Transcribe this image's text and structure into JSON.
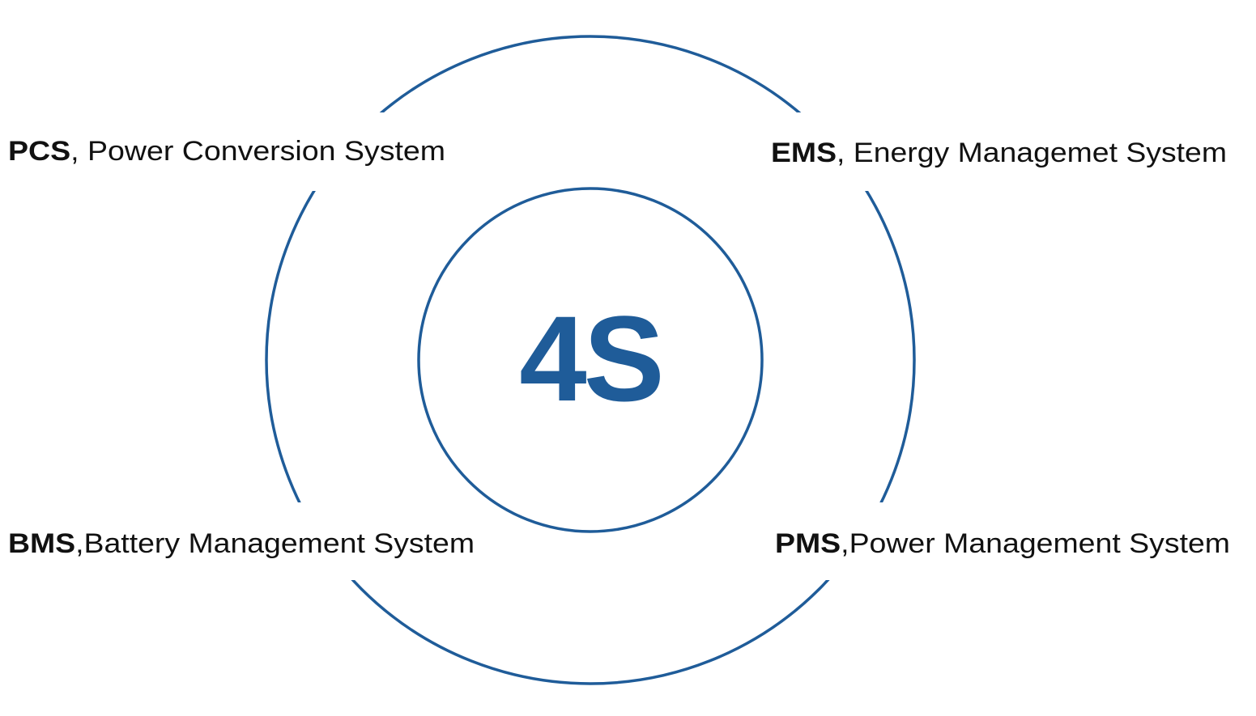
{
  "center_label": "4S",
  "accent_color": "#1f5c99",
  "items": [
    {
      "abbr": "PCS",
      "sep": ", ",
      "name": "Power Conversion System"
    },
    {
      "abbr": "EMS",
      "sep": ", ",
      "name": "Energy Managemet System"
    },
    {
      "abbr": "BMS",
      "sep": ",",
      "name": "Battery Management System"
    },
    {
      "abbr": "PMS",
      "sep": ",",
      "name": "Power Management System"
    }
  ]
}
